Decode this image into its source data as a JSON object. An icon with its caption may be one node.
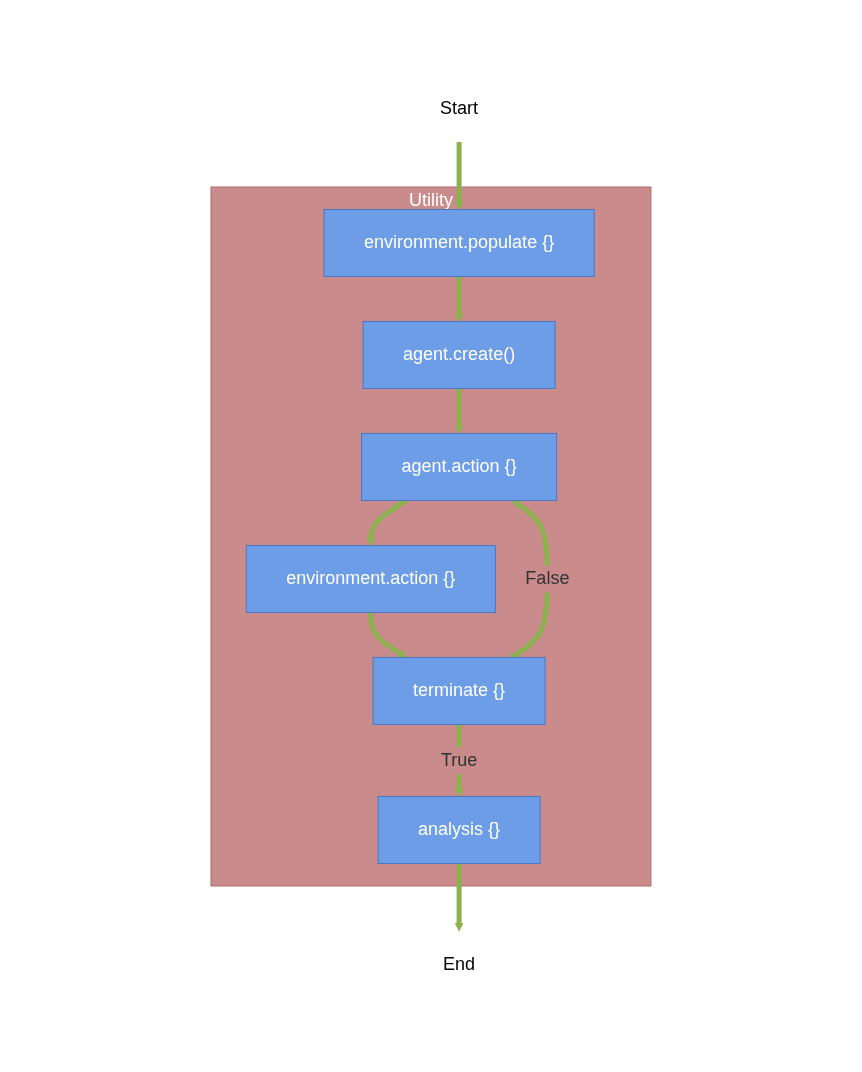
{
  "diagram": {
    "nodes": [
      {
        "text": [
          "Utility"
        ]
      },
      {
        "text": [
          "Start"
        ]
      },
      {
        "text": [
          "environment.populate {}"
        ],
        "in": 0
      },
      {
        "text": [
          "agent.create()"
        ],
        "in": 0
      },
      {
        "text": [
          "agent.action {}"
        ],
        "in": 0
      },
      {
        "text": [
          "environment.action {}"
        ],
        "in": 0
      },
      {
        "text": [
          "terminate {}"
        ],
        "in": 0
      },
      {
        "text": [
          "analysis {}"
        ],
        "in": 0
      },
      {
        "text": [
          "End"
        ]
      }
    ],
    "edges": [
      {
        "from": 1,
        "to": 2,
        "arrow": "to"
      },
      {
        "from": 2,
        "to": 3,
        "arrow": "to"
      },
      {
        "from": 3,
        "to": 4,
        "arrow": "to"
      },
      {
        "from": 4,
        "to": 5,
        "arrow": "to"
      },
      {
        "from": 5,
        "to": 6,
        "arrow": "to"
      },
      {
        "from": 6,
        "to": 4,
        "arrow": "to",
        "label": "False"
      },
      {
        "from": 6,
        "to": 7,
        "arrow": "to",
        "label": "True"
      },
      {
        "from": 7,
        "to": 8,
        "arrow": "to"
      }
    ]
  }
}
